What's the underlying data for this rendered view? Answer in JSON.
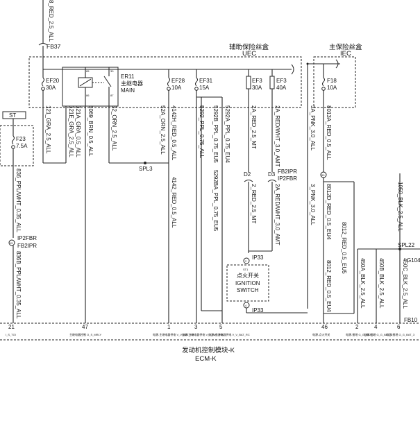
{
  "top_wire": "8_RED_2.5_ALL",
  "fb37": "FB37",
  "aux_box": {
    "title_cn": "辅助保险丝盒",
    "title_en": "UEC"
  },
  "main_box": {
    "title_cn": "主保险丝盒",
    "title_en": "IEC"
  },
  "fuses": {
    "ef20": {
      "name": "EF20",
      "rating": "30A"
    },
    "ef28": {
      "name": "EF28",
      "rating": "10A"
    },
    "ef31": {
      "name": "EF31",
      "rating": "15A"
    },
    "ef3a": {
      "name": "EF3",
      "rating": "30A"
    },
    "ef3b": {
      "name": "EF3",
      "rating": "40A"
    },
    "f18": {
      "name": "F18",
      "rating": "10A"
    },
    "f23": {
      "name": "F23",
      "rating": "7.5A"
    }
  },
  "relay": {
    "name": "ER11",
    "cn": "主继电器",
    "en": "MAIN",
    "pin85": "85",
    "pin86": "86",
    "pin30": "30",
    "pin87": "87"
  },
  "st_label": "ST",
  "connectors": {
    "spl3": "SPL3",
    "d2": "D2",
    "d3": "D3",
    "fb2ipr_right": "FB2IPR",
    "ip2fbr_right": "IP2FBR",
    "c99": "99",
    "ip2fbr_left": "IP2FBR",
    "fb2ipr_left": "FB2IPR",
    "c15": "15",
    "ip33_top": "IP33",
    "ip33_bottom": "IP33",
    "pin2": "2",
    "pin4": "4",
    "spl22": "SPL22",
    "g104": "G104",
    "fb10": "FB10"
  },
  "ignition": {
    "cn": "点火开关",
    "en1": "IGNITION",
    "en2": "SWITCH",
    "st1": "ST1"
  },
  "wires": {
    "w121": "121_GRA_2.5_ALL",
    "w121e": "121E_GRA_2.5_ALL",
    "w121a": "121A_GRA_0.5_ALL",
    "w5069": "5069_BRN_0.5_ALL",
    "w52": "52_ORN_2.5_ALL",
    "w52a": "52A_ORN_2.5_ALL",
    "w4142h": "4142H_RED_0.5_ALL",
    "w5292": "5292_PPL_0.75_ALL",
    "w5292b": "5292B_PPL_0.75_EU5",
    "w5292a": "5292A_PPL_0.75_EU4",
    "w2a": "2A_RED_2.5_MT",
    "w2awht": "2A_RED/WHT_3.0_AMT",
    "w3a": "3A_PNK_3.0_ALL",
    "w8013a": "8013A_RED_0.5_ALL",
    "w836": "836_PPL/WHT_0.35_ALL",
    "w4142": "4142_RED_0.5_ALL",
    "w5292ba": "5292BA_PPL_0.75_EU5",
    "w2": "2_RED_2.5_MT",
    "w2wht": "2A_RED/WHT_3.0_AMT",
    "w3": "3_PNK_3.0_ALL",
    "w8012d": "8012D_RED_0.5_EU4",
    "w8012": "8012_RED_0.5_EU5",
    "w8012r": "8012_RED_0.5_EU4",
    "w836b": "836B_PPL/WHT_0.35_ALL",
    "w1050": "1050_BLK_2.5_ALL",
    "w450a": "450A_BLK_2.5_ALL",
    "w450b": "450B_BLK_2.5_ALL",
    "w450c": "450C_BLK_2.5_ALL"
  },
  "ecm": {
    "title_cn": "发动机控制模块-K",
    "title_en": "ECM-K",
    "pins": [
      {
        "num": "21",
        "desc": "I_S_TGl"
      },
      {
        "num": "47",
        "desc": "主继电器控制 O_S_MRLY"
      },
      {
        "num": "1",
        "desc": "电源-主继电器供电 V_V_BAT_RA"
      },
      {
        "num": "3",
        "desc": "电源-主继电器供电 V_V_BAT_RB"
      },
      {
        "num": "5",
        "desc": "电源-主继电器供电 V_V_BAT_RC"
      },
      {
        "num": "46",
        "desc": "电源-点火开关"
      },
      {
        "num": "2",
        "desc": "电源-接地 G_G_BAT_1"
      },
      {
        "num": "4",
        "desc": "电源-接地 G_G_BAT_2"
      },
      {
        "num": "6",
        "desc": "电源-接地 G_G_BAT_3"
      }
    ]
  }
}
